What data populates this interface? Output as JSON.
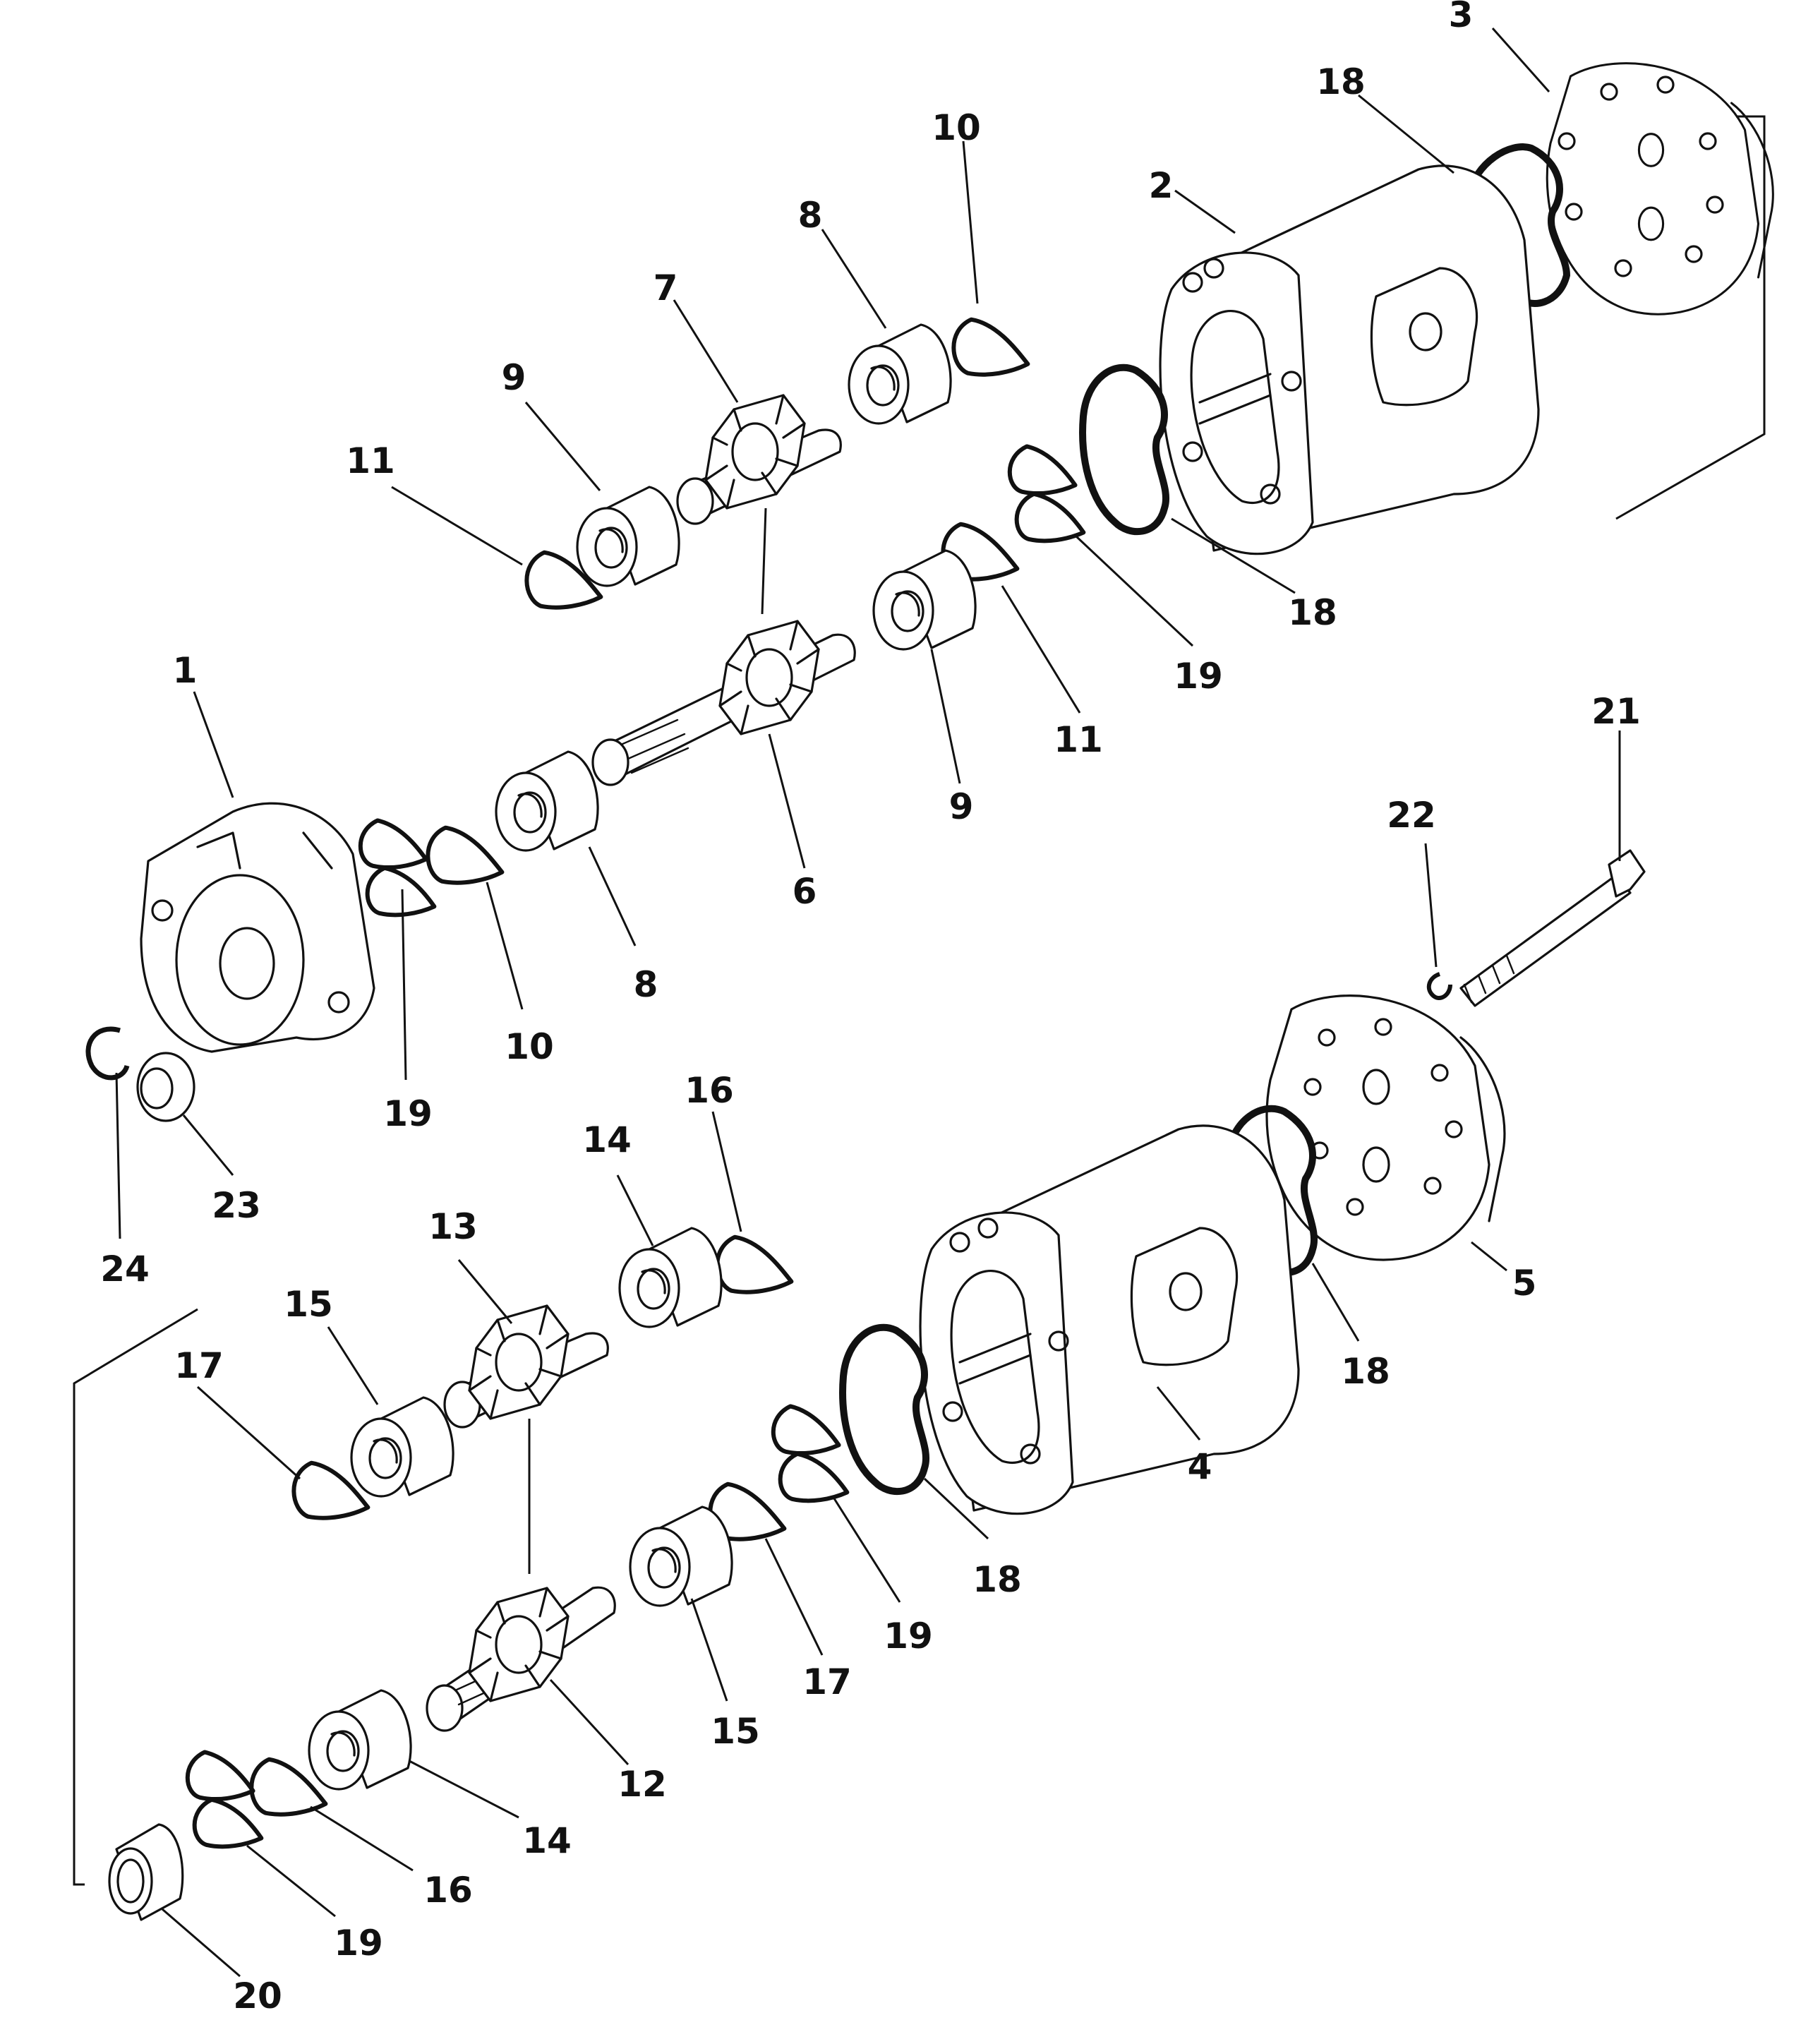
{
  "callouts": [
    {
      "id": "c3",
      "text": "3"
    },
    {
      "id": "c18a",
      "text": "18"
    },
    {
      "id": "c10a",
      "text": "10"
    },
    {
      "id": "c2",
      "text": "2"
    },
    {
      "id": "c8a",
      "text": "8"
    },
    {
      "id": "c7",
      "text": "7"
    },
    {
      "id": "c9a",
      "text": "9"
    },
    {
      "id": "c11a",
      "text": "11"
    },
    {
      "id": "c18b",
      "text": "18"
    },
    {
      "id": "c19a",
      "text": "19"
    },
    {
      "id": "c11b",
      "text": "11"
    },
    {
      "id": "c9b",
      "text": "9"
    },
    {
      "id": "c1",
      "text": "1"
    },
    {
      "id": "c6",
      "text": "6"
    },
    {
      "id": "c8b",
      "text": "8"
    },
    {
      "id": "c10b",
      "text": "10"
    },
    {
      "id": "c19b",
      "text": "19"
    },
    {
      "id": "c21",
      "text": "21"
    },
    {
      "id": "c22",
      "text": "22"
    },
    {
      "id": "c23",
      "text": "23"
    },
    {
      "id": "c24",
      "text": "24"
    },
    {
      "id": "c16a",
      "text": "16"
    },
    {
      "id": "c14a",
      "text": "14"
    },
    {
      "id": "c13",
      "text": "13"
    },
    {
      "id": "c15a",
      "text": "15"
    },
    {
      "id": "c17a",
      "text": "17"
    },
    {
      "id": "c5",
      "text": "5"
    },
    {
      "id": "c18c",
      "text": "18"
    },
    {
      "id": "c4",
      "text": "4"
    },
    {
      "id": "c18d",
      "text": "18"
    },
    {
      "id": "c19c",
      "text": "19"
    },
    {
      "id": "c17b",
      "text": "17"
    },
    {
      "id": "c15b",
      "text": "15"
    },
    {
      "id": "c12",
      "text": "12"
    },
    {
      "id": "c14b",
      "text": "14"
    },
    {
      "id": "c16b",
      "text": "16"
    },
    {
      "id": "c19d",
      "text": "19"
    },
    {
      "id": "c20",
      "text": "20"
    }
  ]
}
